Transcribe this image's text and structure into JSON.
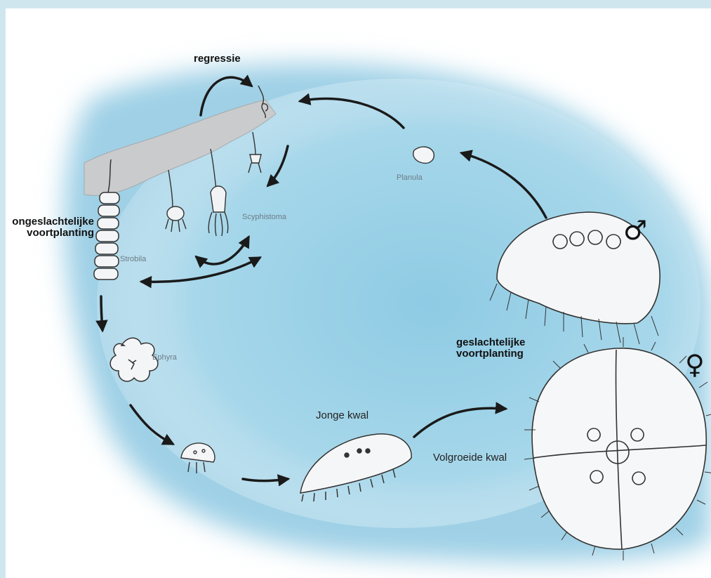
{
  "labels": {
    "regression": "regressie",
    "asexual_line1": "ongeslachtelijke",
    "asexual_line2": "voortplanting",
    "sexual_line1": "geslachtelijke",
    "sexual_line2": "voortplanting",
    "scyphistoma": "Scyphistoma",
    "strobila": "Strobila",
    "planula": "Planula",
    "ephyra": "Ephyra",
    "young_jellyfish": "Jonge kwal",
    "adult_jellyfish": "Volgroeide kwal"
  },
  "symbols": {
    "male": "♂",
    "female": "♀"
  },
  "colors": {
    "frame": "#cfe6ef",
    "water": "#9fd0e6",
    "ink": "#1a1a1a"
  }
}
